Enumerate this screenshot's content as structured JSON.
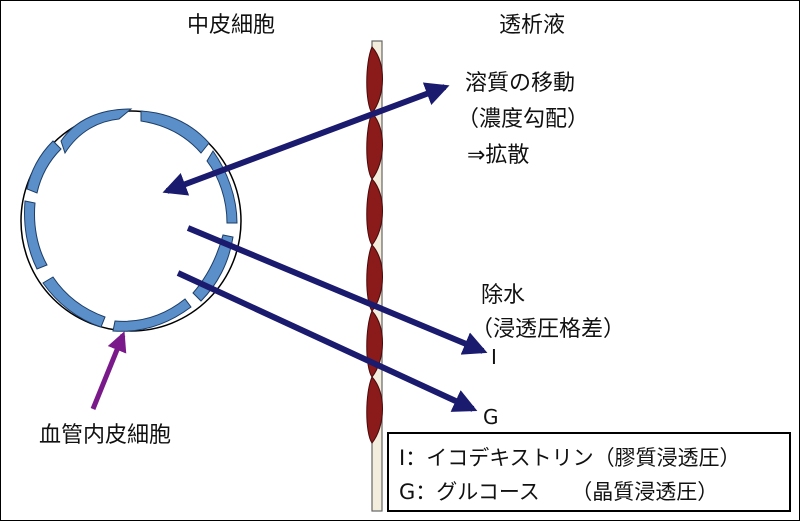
{
  "labels": {
    "mesothelial_cell": "中皮細胞",
    "dialysate": "透析液",
    "solute_line1": "溶質の移動",
    "solute_line2": "（濃度勾配）",
    "solute_line3": "⇒拡散",
    "water_line1": "除水",
    "water_line2": "（浸透圧格差）",
    "arrow_i": "I",
    "arrow_g": "G",
    "endothelial_cell": "血管内皮細胞"
  },
  "legend": {
    "row_i": "I：イコデキストリン（膠質浸透圧）",
    "row_g": "G：グルコース　　（晶質浸透圧）"
  },
  "colors": {
    "arrow": "#1a1a6e",
    "endothelium": "#5b8fc9",
    "mesothelium": "#8b1a1a",
    "membrane": "#f2eddc",
    "pointer": "#7a1a8a"
  }
}
